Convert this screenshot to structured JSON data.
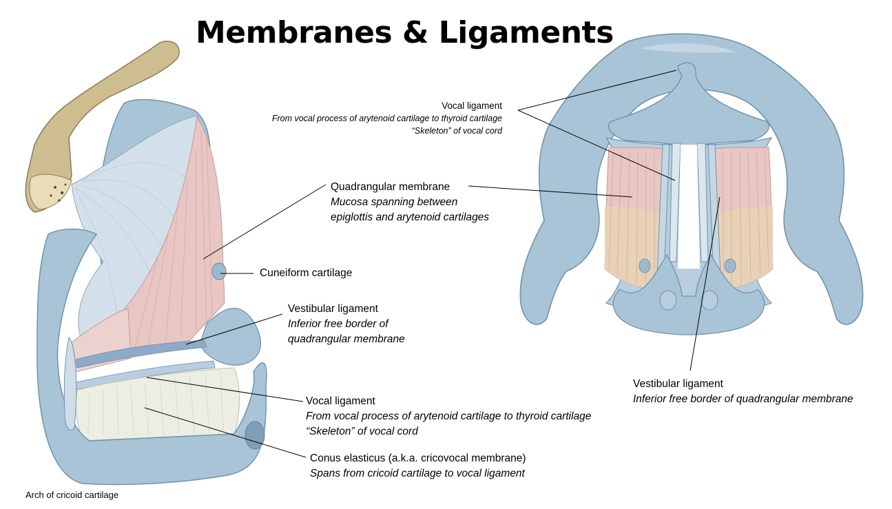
{
  "title": "Membranes & Ligaments",
  "colors": {
    "cartilage_blue": "#a9c4d6",
    "cartilage_dark": "#6f93ad",
    "hyoid_bone": "#cdbd8f",
    "muscle_pink": "#e7c6c3",
    "membrane_tan": "#e8d2b6",
    "conus_cream": "#eceee3",
    "leader_line": "#000000"
  },
  "labels": {
    "right_vocal": {
      "title": "Vocal ligament",
      "line1": "From vocal process of arytenoid cartilage to thyroid cartilage",
      "line2": "“Skeleton” of vocal cord"
    },
    "quadrangular": {
      "title": "Quadrangular membrane",
      "line1": "Mucosa spanning between",
      "line2": "epiglottis and arytenoid cartilages"
    },
    "cuneiform": {
      "title": "Cuneiform cartilage"
    },
    "left_vestibular": {
      "title": "Vestibular ligament",
      "line1": "Inferior free border of",
      "line2": "quadrangular membrane"
    },
    "right_vestibular": {
      "title": "Vestibular ligament",
      "line1": "Inferior free border of quadrangular membrane"
    },
    "left_vocal": {
      "title": "Vocal ligament",
      "line1": "From vocal process of arytenoid cartilage to thyroid cartilage",
      "line2": "“Skeleton” of vocal cord"
    },
    "conus": {
      "title": "Conus elasticus (a.k.a. cricovocal membrane)",
      "line1": "Spans from cricoid cartilage to vocal ligament"
    },
    "arch": {
      "title": "Arch of cricoid cartilage"
    }
  }
}
